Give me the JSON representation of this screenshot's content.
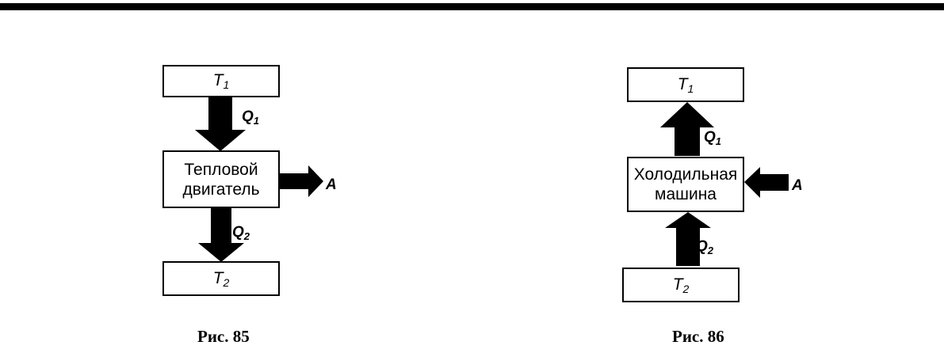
{
  "figures": [
    {
      "caption": "Рис. 85",
      "top_reservoir": {
        "symbol": "T",
        "subscript": "1"
      },
      "machine": {
        "label": "Тепловой\nдвигатель"
      },
      "bottom_reservoir": {
        "symbol": "T",
        "subscript": "2"
      },
      "heat_in": {
        "symbol": "Q",
        "subscript": "1"
      },
      "heat_out": {
        "symbol": "Q",
        "subscript": "2"
      },
      "work": {
        "symbol": "A"
      }
    },
    {
      "caption": "Рис. 86",
      "top_reservoir": {
        "symbol": "T",
        "subscript": "1"
      },
      "machine": {
        "label": "Холодильная\nмашина"
      },
      "bottom_reservoir": {
        "symbol": "T",
        "subscript": "2"
      },
      "heat_in": {
        "symbol": "Q",
        "subscript": "1"
      },
      "heat_out": {
        "symbol": "Q",
        "subscript": "2"
      },
      "work": {
        "symbol": "A"
      }
    }
  ]
}
